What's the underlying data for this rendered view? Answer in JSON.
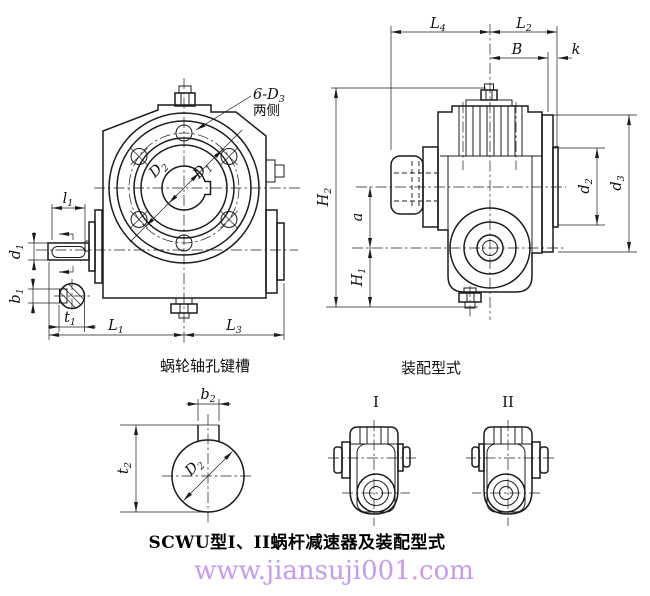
{
  "colors": {
    "line": "#1c1c1c",
    "watermark": "#c79af0",
    "text": "#111111"
  },
  "caption": "SCWU型I、II蜗杆减速器及装配型式",
  "watermark": "www.jiansuji001.com",
  "front_view": {
    "hole_note_line1": {
      "m": "6-D",
      "s": "3"
    },
    "hole_note_line2": "两侧",
    "dims": {
      "D2": {
        "m": "D",
        "s": "2"
      },
      "D1": {
        "m": "D",
        "s": "1"
      },
      "l1": {
        "m": "l",
        "s": "1"
      },
      "d1": {
        "m": "d",
        "s": "1"
      },
      "b1": {
        "m": "b",
        "s": "1"
      },
      "t1": {
        "m": "t",
        "s": "1"
      },
      "L1": {
        "m": "L",
        "s": "1"
      },
      "L3": {
        "m": "L",
        "s": "3"
      }
    }
  },
  "side_view": {
    "dims": {
      "L4": {
        "m": "L",
        "s": "4"
      },
      "L2": {
        "m": "L",
        "s": "2"
      },
      "B": {
        "m": "B",
        "s": ""
      },
      "k": {
        "m": "k",
        "s": ""
      },
      "H2": {
        "m": "H",
        "s": "2"
      },
      "a": {
        "m": "a",
        "s": ""
      },
      "H1": {
        "m": "H",
        "s": "1"
      },
      "d2": {
        "m": "d",
        "s": "2"
      },
      "d3": {
        "m": "d",
        "s": "3"
      }
    }
  },
  "keyway_detail": {
    "title": "蜗轮轴孔键槽",
    "dims": {
      "b2": {
        "m": "b",
        "s": "2"
      },
      "t2": {
        "m": "t",
        "s": "2"
      },
      "D2": {
        "m": "D",
        "s": "2"
      }
    }
  },
  "assembly": {
    "title": "装配型式",
    "type1": "I",
    "type2": "II"
  }
}
